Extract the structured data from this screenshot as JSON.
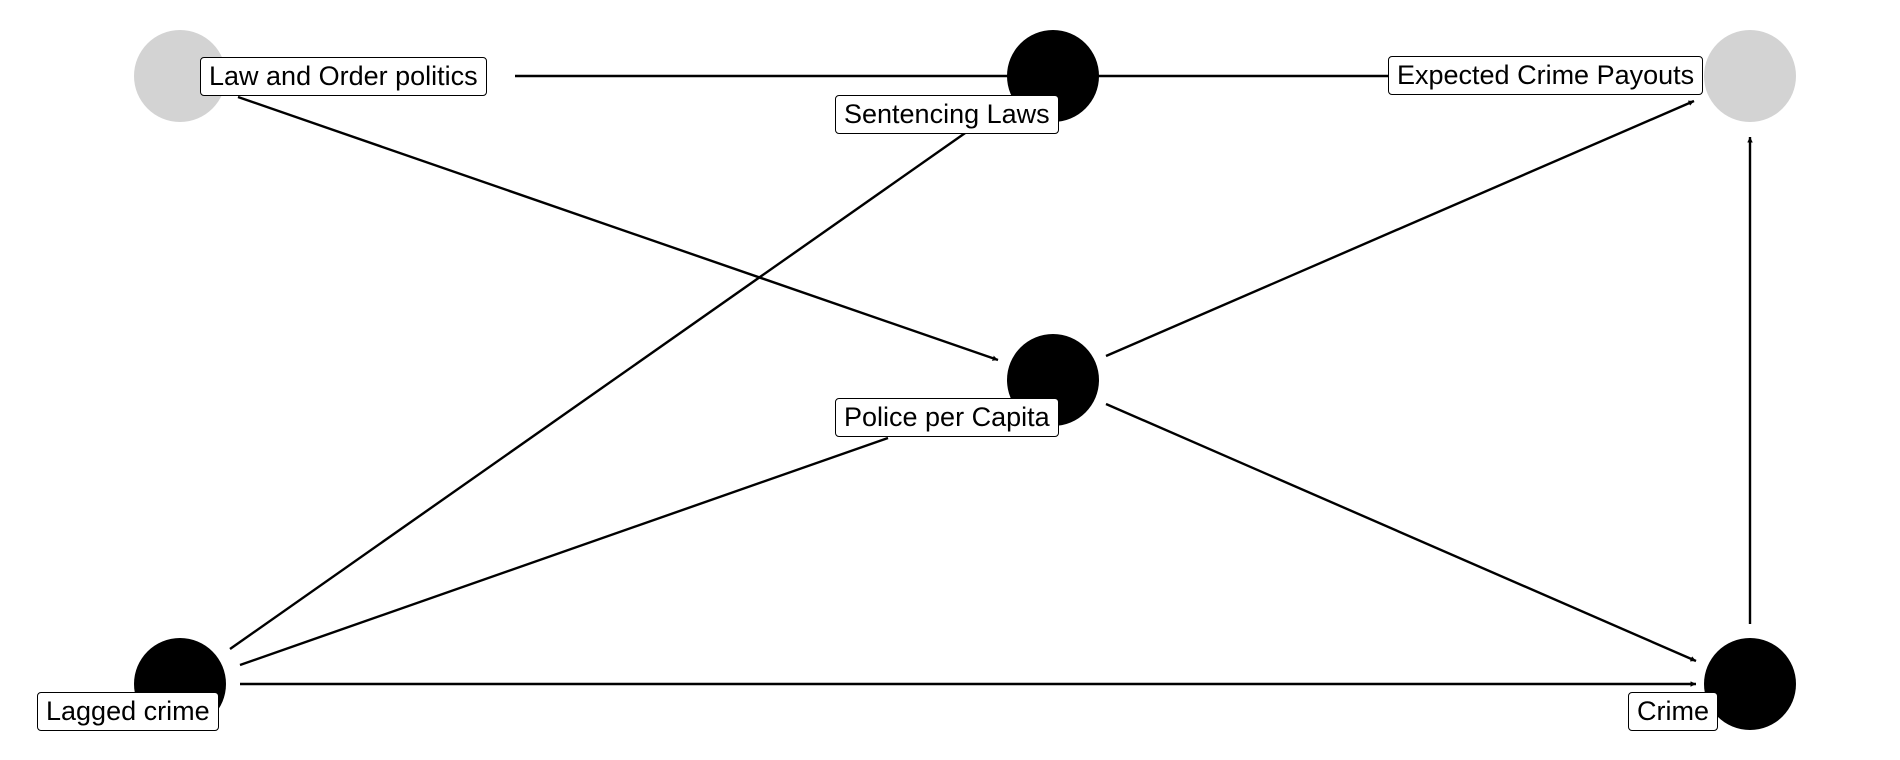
{
  "diagram": {
    "type": "directed-acyclic-graph",
    "colors": {
      "observed_node": "#000000",
      "latent_node": "#d3d3d3",
      "edge": "#000000",
      "background": "#ffffff"
    },
    "nodes": [
      {
        "id": "law_order",
        "label": "Law and Order politics",
        "status": "latent"
      },
      {
        "id": "sentencing",
        "label": "Sentencing Laws",
        "status": "observed"
      },
      {
        "id": "payouts",
        "label": "Expected Crime Payouts",
        "status": "latent"
      },
      {
        "id": "police",
        "label": "Police per Capita",
        "status": "observed"
      },
      {
        "id": "lagged",
        "label": "Lagged crime",
        "status": "observed"
      },
      {
        "id": "crime",
        "label": "Crime",
        "status": "observed"
      }
    ],
    "edges": [
      {
        "from": "law_order",
        "to": "sentencing",
        "directed": false
      },
      {
        "from": "sentencing",
        "to": "payouts",
        "directed": false
      },
      {
        "from": "law_order",
        "to": "police",
        "directed": true
      },
      {
        "from": "lagged",
        "to": "sentencing",
        "directed": false
      },
      {
        "from": "lagged",
        "to": "police",
        "directed": false
      },
      {
        "from": "lagged",
        "to": "crime",
        "directed": true
      },
      {
        "from": "police",
        "to": "payouts",
        "directed": true
      },
      {
        "from": "police",
        "to": "crime",
        "directed": true
      },
      {
        "from": "crime",
        "to": "payouts",
        "directed": true
      }
    ]
  }
}
